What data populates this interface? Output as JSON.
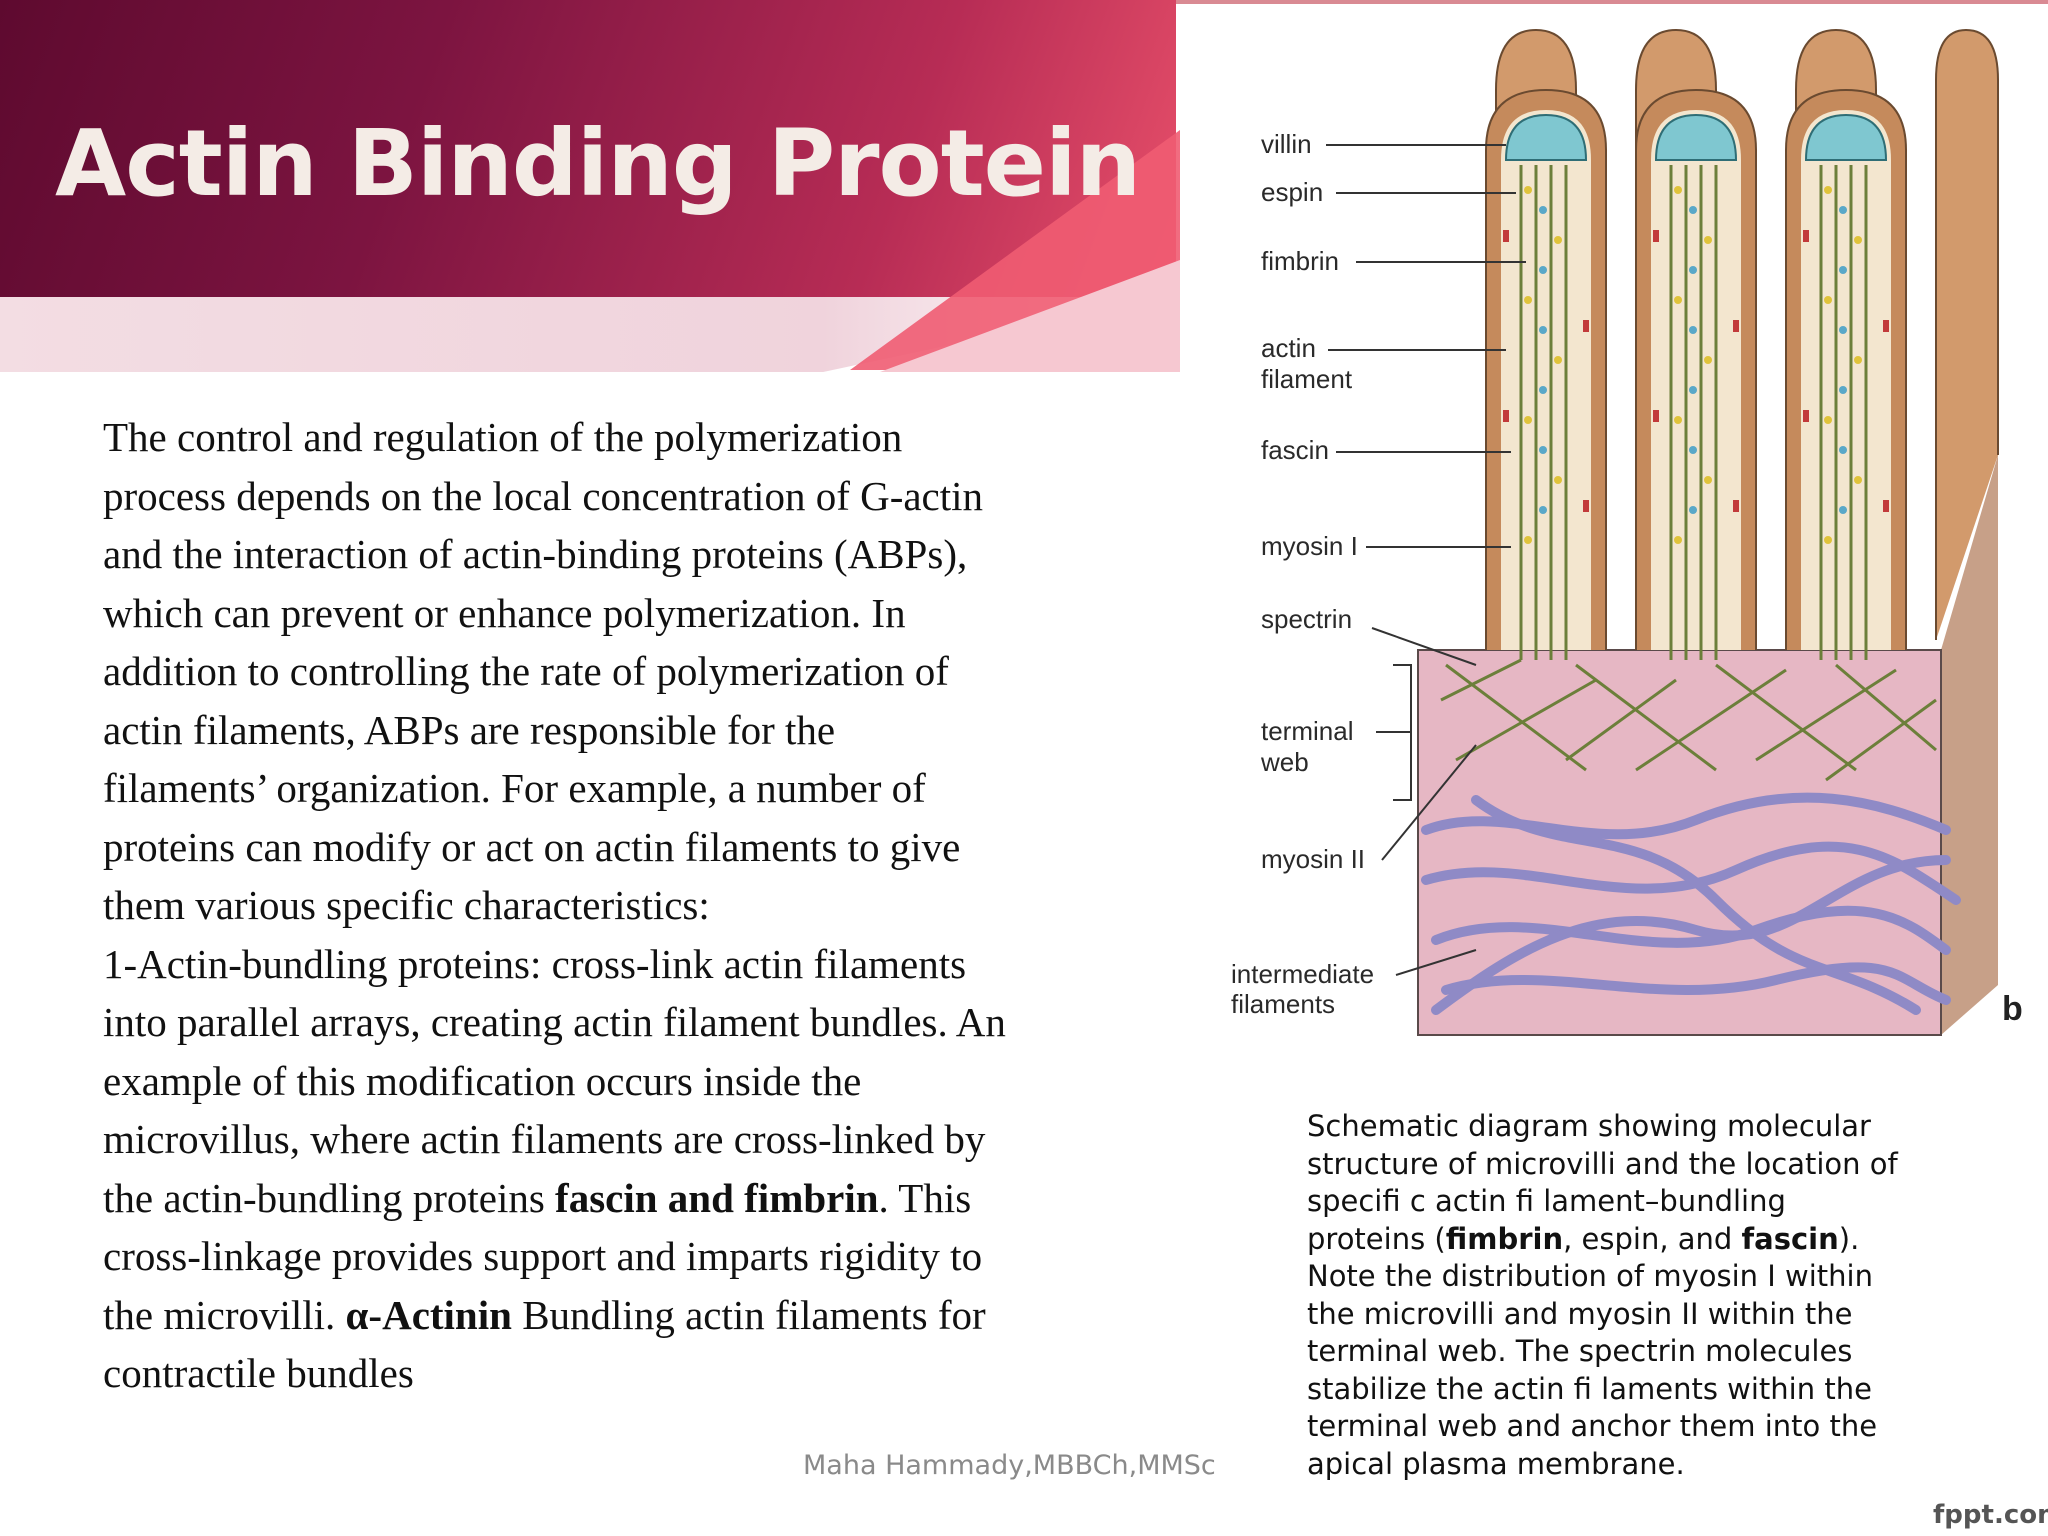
{
  "title": "Actin Binding Protein",
  "body": {
    "lines": [
      "The control and regulation of the polymerization",
      "process depends on the local concentration of G-actin",
      "and the interaction of actin-binding proteins (ABPs),",
      "which can prevent or enhance polymerization. In",
      "addition to controlling the rate of polymerization of",
      "actin filaments, ABPs are responsible for the",
      "filaments’ organization. For example, a number of",
      "proteins can modify or act on actin filaments to give",
      "them various specific characteristics:",
      "1-Actin-bundling proteins: cross-link actin filaments",
      "into parallel arrays, creating actin filament bundles. An",
      "example of this modification occurs inside the",
      "microvillus, where actin filaments are cross-linked by"
    ],
    "line14_pre": "the actin-bundling proteins ",
    "line14_bold": "fascin and fimbrin",
    "line14_post": ". This",
    "line15": "cross-linkage provides support and imparts rigidity to",
    "line16_pre": "the microvilli. ",
    "line16_bold": "α-Actinin",
    "line16_post": " Bundling actin filaments for",
    "line17": "contractile bundles"
  },
  "footer": "Maha Hammady,MBBCh,MMSc",
  "figure": {
    "labels": {
      "villin": "villin",
      "espin": "espin",
      "fimbrin": "fimbrin",
      "actin_1": "actin",
      "actin_2": "filament",
      "fascin": "fascin",
      "myosin1": "myosin I",
      "spectrin": "spectrin",
      "terminal_1": "terminal",
      "terminal_2": "web",
      "myosin2": "myosin II",
      "intermediate_1": "intermediate",
      "intermediate_2": "filaments",
      "panel": "b"
    },
    "colors": {
      "tube": "#c58a5c",
      "cap": "#7fc7d0",
      "terminal_web": "#e6b7c4",
      "filament": "#8f8ac6"
    }
  },
  "caption": {
    "l1": "Schematic diagram showing molecular",
    "l2": "structure of microvilli and the location of",
    "l3": "specifi c actin fi lament–bundling",
    "l4_pre": "proteins (",
    "l4_b1": "fimbrin",
    "l4_mid": ", espin, and ",
    "l4_b2": "fascin",
    "l4_post": ").",
    "l5": "Note the distribution of myosin I within",
    "l6": "the microvilli and myosin II within the",
    "l7": "terminal web. The spectrin molecules",
    "l8": "stabilize the actin fi laments within the",
    "l9": "terminal web and anchor them into the",
    "l10": "apical plasma membrane."
  },
  "watermark": "fppt.com"
}
